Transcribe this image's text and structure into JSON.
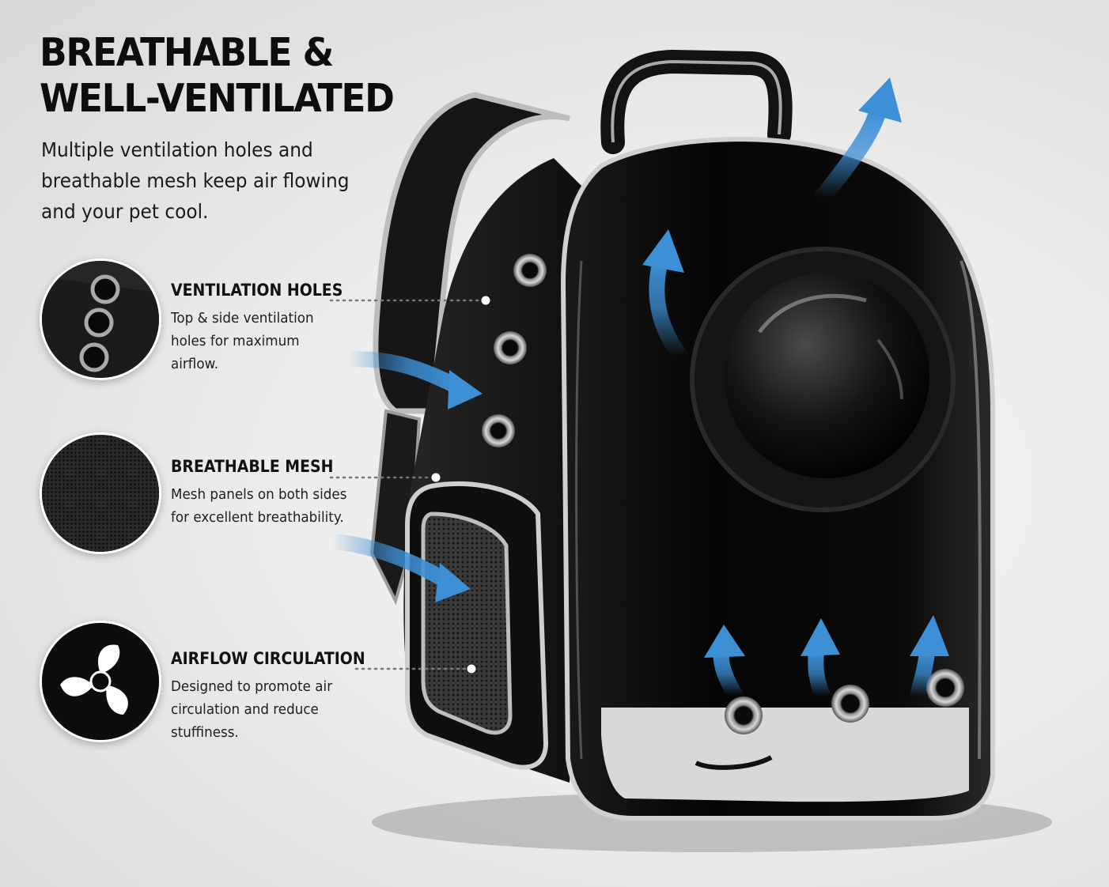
{
  "headline": {
    "line1": "BREATHABLE &",
    "line2": "WELL-VENTILATED"
  },
  "subtitle": "Multiple ventilation holes and breathable mesh keep air flowing and your pet cool.",
  "features": [
    {
      "title": "VENTILATION HOLES",
      "description": "Top & side ventilation holes for maximum airflow.",
      "icon": "ventilation-holes-icon"
    },
    {
      "title": "BREATHABLE MESH",
      "description": "Mesh panels on both sides for excellent breathability.",
      "icon": "mesh-texture-icon"
    },
    {
      "title": "AIRFLOW CIRCULATION",
      "description": "Designed to promote air circulation and reduce stuffiness.",
      "icon": "fan-icon"
    }
  ],
  "colors": {
    "airflow_arrow": "#3d8fd6",
    "backpack_body": "#0b0b0b",
    "trim": "#c9c9c9"
  }
}
